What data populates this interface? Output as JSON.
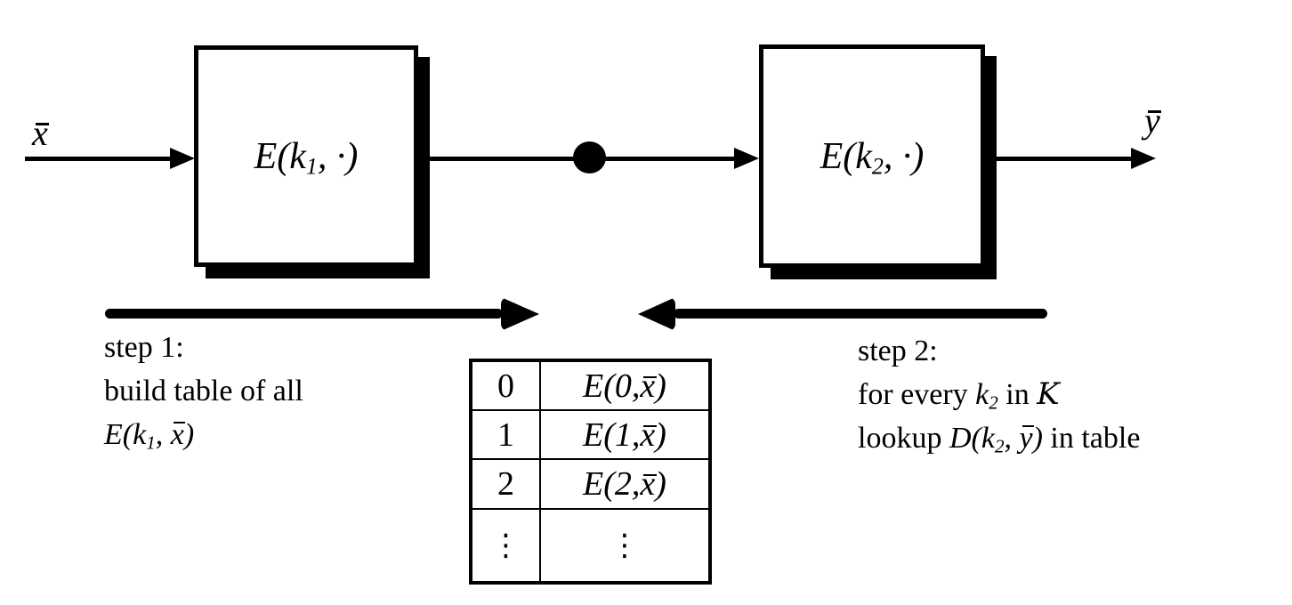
{
  "colors": {
    "ink": "#000000",
    "paper": "#ffffff"
  },
  "flow": {
    "input_label": {
      "base": "x"
    },
    "output_label": {
      "base": "y"
    },
    "box1_label": {
      "pre": "E(",
      "k": "k",
      "sub": "1",
      "post": ", ·)"
    },
    "box2_label": {
      "pre": "E(",
      "k": "k",
      "sub": "2",
      "post": ", ·)"
    }
  },
  "step1": {
    "line1": "step 1:",
    "line2": "build table of all",
    "line3": {
      "pre": "E(",
      "k": "k",
      "sub": "1",
      "comma": ", ",
      "barred": "x",
      "post": ")"
    }
  },
  "step2": {
    "line1": "step 2:",
    "line2": {
      "pre": "for every ",
      "k": "k",
      "sub": "2",
      "mid": " in ",
      "keyspace": "K"
    },
    "line3": {
      "pre": "lookup ",
      "fn": "D(",
      "k": "k",
      "sub": "2",
      "comma": ", ",
      "barred": "y",
      "post": ")",
      "suffix": " in table"
    }
  },
  "table": {
    "rows": [
      {
        "key": "0",
        "pre": "E(0,",
        "barred": "x",
        "post": ")"
      },
      {
        "key": "1",
        "pre": "E(1,",
        "barred": "x",
        "post": ")"
      },
      {
        "key": "2",
        "pre": "E(2,",
        "barred": "x",
        "post": ")"
      },
      {
        "key": "⋮",
        "value": "⋮"
      }
    ]
  }
}
